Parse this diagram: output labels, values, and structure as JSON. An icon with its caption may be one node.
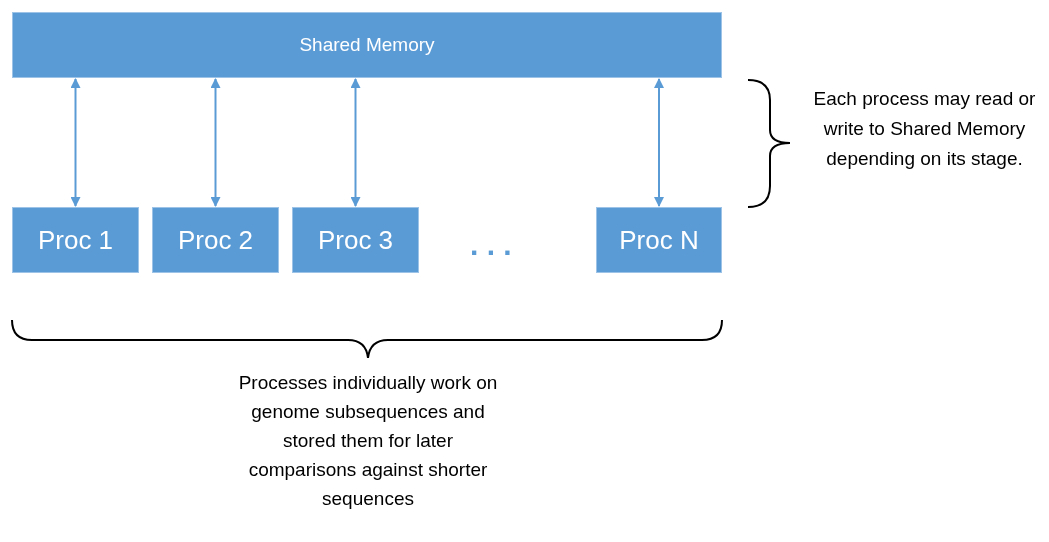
{
  "diagram": {
    "nodes": [
      {
        "text": [
          "Shared Memory"
        ]
      },
      {
        "text": [
          "Proc 1"
        ]
      },
      {
        "text": [
          "Proc 2"
        ]
      },
      {
        "text": [
          "Proc 3"
        ]
      },
      {
        "text": [
          "Proc N"
        ]
      }
    ],
    "edges": [
      {
        "from": 0,
        "to": 1,
        "arrow": "both"
      },
      {
        "from": 0,
        "to": 2,
        "arrow": "both"
      },
      {
        "from": 0,
        "to": 3,
        "arrow": "both"
      },
      {
        "from": 0,
        "to": 4,
        "arrow": "both"
      }
    ],
    "labels": [
      ". . .",
      "Each process may read or write to Shared Memory depending on its stage.",
      "Processes individually work on genome subsequences and stored them for later comparisons against shorter sequences"
    ]
  }
}
